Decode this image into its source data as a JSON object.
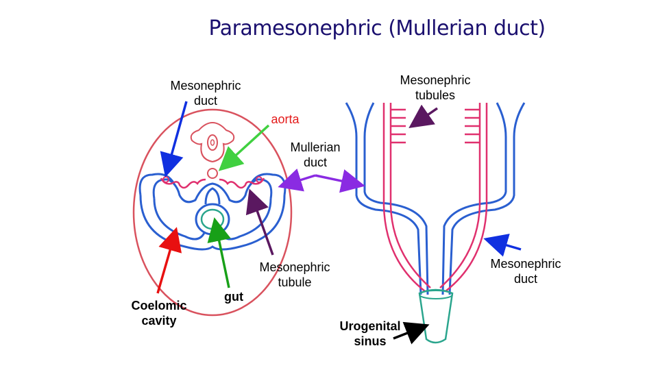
{
  "title": "Paramesonephric (Mullerian duct)",
  "labels": {
    "mesonephric_duct_left": [
      "Mesonephric",
      "duct"
    ],
    "mesonephric_tubules": [
      "Mesonephric",
      "tubules"
    ],
    "aorta": "aorta",
    "mullerian_duct": [
      "Mullerian",
      "duct"
    ],
    "coelomic_cavity": [
      "Coelomic",
      "cavity"
    ],
    "gut": "gut",
    "mesonephric_tubule": [
      "Mesonephric",
      "tubule"
    ],
    "mesonephric_duct_right": [
      "Mesonephric",
      "duct"
    ],
    "urogenital_sinus": [
      "Urogenital",
      "sinus"
    ]
  },
  "colors": {
    "title": "#1a0f6e",
    "pink_outline": "#d9525e",
    "blue_duct": "#2a5fd0",
    "pink_duct": "#e0306e",
    "teal": "#2aa58d",
    "arrow_blue": "#1030e0",
    "arrow_green": "#40d040",
    "arrow_purple": "#8a2be2",
    "arrow_dark_purple": "#5a1860",
    "arrow_red": "#e81010",
    "arrow_dark_green": "#18a018",
    "arrow_black": "#000000"
  }
}
